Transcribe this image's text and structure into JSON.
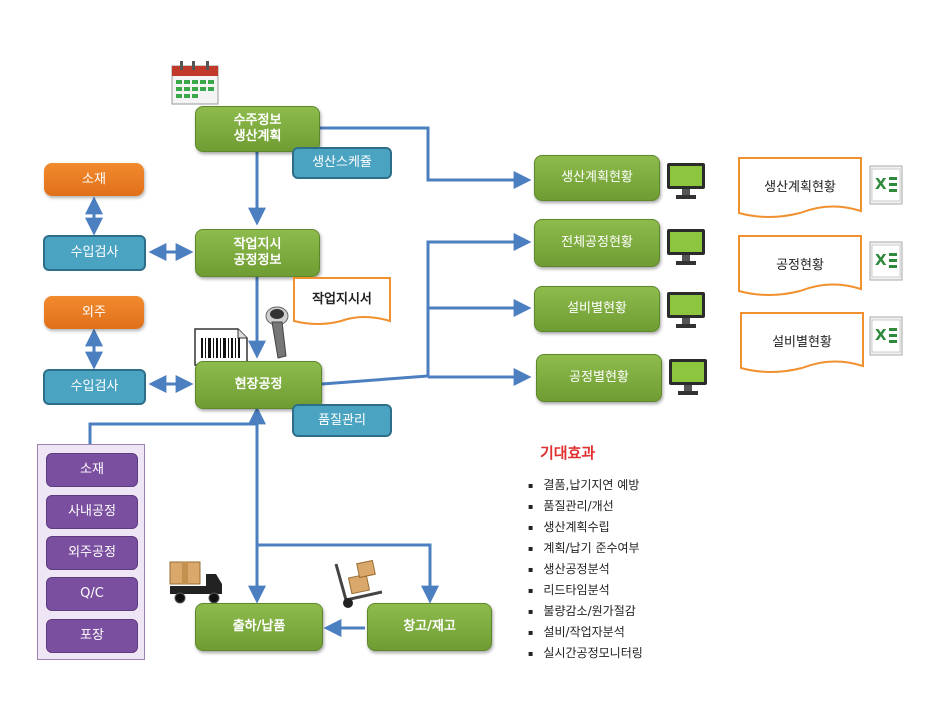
{
  "nodes": {
    "order_plan": [
      "수주정보",
      "생산계획"
    ],
    "production_schedule": "생산스케쥴",
    "material_top": "소재",
    "inspection_top": "수입검사",
    "work_order_info": [
      "작업지시",
      "공정정보"
    ],
    "work_order_sheet": "작업지시서",
    "outsourcing": "외주",
    "inspection_bottom": "수입검사",
    "shop_floor": "현장공정",
    "quality": "품질관리",
    "shipping": "출하/납품",
    "warehouse": "창고/재고"
  },
  "process_group": [
    "소재",
    "사내공정",
    "외주공정",
    "Q/C",
    "포장"
  ],
  "monitors": [
    "생산계획현황",
    "전체공정현황",
    "설비별현황",
    "공정별현황"
  ],
  "reports": [
    "생산계획현황",
    "공정현황",
    "설비별현황"
  ],
  "effects": {
    "title": "기대효과",
    "items": [
      "결품,납기지연 예방",
      "품질관리/개선",
      "생산계획수립",
      "계획/납기 준수여부",
      "생산공정분석",
      "리드타임분석",
      "불량감소/원가절감",
      "설비/작업자분석",
      "실시간공정모니터링"
    ]
  },
  "colors": {
    "green": "#7aa83c",
    "orange": "#ee7f26",
    "teal": "#4ba3c2",
    "purple": "#7b4fa0",
    "arrow": "#4b7fc0",
    "doc_border": "#f0902e"
  },
  "icons": [
    "calendar-icon",
    "barcode-icon",
    "barcode-scanner-icon",
    "monitor-icon",
    "excel-icon",
    "truck-icon",
    "hand-truck-icon"
  ]
}
